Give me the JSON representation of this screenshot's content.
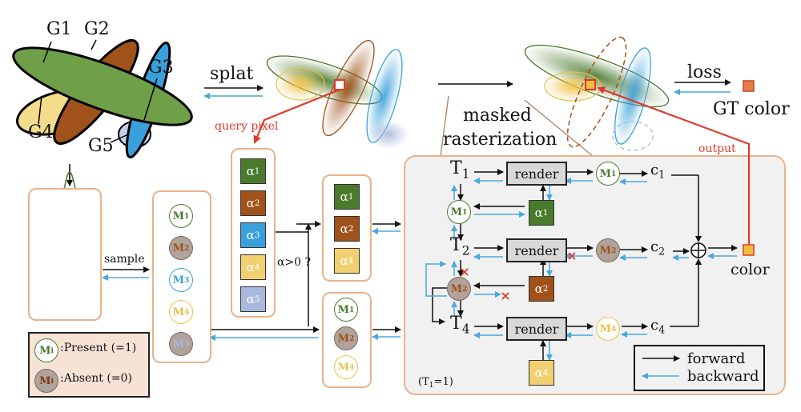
{
  "labels": {
    "g1": "G1",
    "g2": "G2",
    "g3": "G3",
    "g4": "G4",
    "g5": "G5",
    "splat": "splat",
    "query_pixel": "query pixel",
    "loss": "loss",
    "gt_color": "GT color",
    "masked": "masked",
    "rasterization": "rasterization",
    "output": "output",
    "sample": "sample",
    "alpha_threshold": "α>0 ?",
    "color": "color",
    "t1_note": "(T",
    "t1_note_sub": "1",
    "t1_note_end": "=1)",
    "present": ":Present (=1)",
    "absent": ":Absent (=0)",
    "forward": "forward",
    "backward": "backward"
  },
  "alpha_list": [
    {
      "sym": "α",
      "idx": "1",
      "color": "#4a7a2c"
    },
    {
      "sym": "α",
      "idx": "2",
      "color": "#a0521a"
    },
    {
      "sym": "α",
      "idx": "3",
      "color": "#3aa0dc"
    },
    {
      "sym": "α",
      "idx": "4",
      "color": "#f0d070"
    },
    {
      "sym": "α",
      "idx": "5",
      "color": "#a9b8dd"
    }
  ],
  "mask_list": [
    {
      "sym": "M",
      "idx": "1",
      "state": "present",
      "color": "#4a7a2c"
    },
    {
      "sym": "M",
      "idx": "2",
      "state": "absent",
      "color": "#a0521a"
    },
    {
      "sym": "M",
      "idx": "3",
      "state": "present",
      "color": "#3aa0dc"
    },
    {
      "sym": "M",
      "idx": "4",
      "state": "present",
      "color": "#e8c24a"
    },
    {
      "sym": "M",
      "idx": "5",
      "state": "absent",
      "color": "#a9b8dd"
    }
  ],
  "filtered_alpha": [
    {
      "sym": "α",
      "idx": "1",
      "color": "#4a7a2c"
    },
    {
      "sym": "α",
      "idx": "2",
      "color": "#a0521a"
    },
    {
      "sym": "α",
      "idx": "4",
      "color": "#f0d070"
    }
  ],
  "filtered_mask": [
    {
      "sym": "M",
      "idx": "1",
      "state": "present",
      "color": "#4a7a2c"
    },
    {
      "sym": "M",
      "idx": "2",
      "state": "absent",
      "color": "#a0521a"
    },
    {
      "sym": "M",
      "idx": "4",
      "state": "present",
      "color": "#e8c24a"
    }
  ],
  "raster_rows": [
    {
      "t": "T",
      "t_idx": "1",
      "render": "render",
      "m": "M",
      "m_idx": "1",
      "m_state": "present",
      "m_color": "#4a7a2c",
      "c": "c",
      "c_idx": "1"
    },
    {
      "t": "T",
      "t_idx": "2",
      "render": "render",
      "m": "M",
      "m_idx": "2",
      "m_state": "absent",
      "m_color": "#a0521a",
      "c": "c",
      "c_idx": "2"
    },
    {
      "t": "T",
      "t_idx": "4",
      "render": "render",
      "m": "M",
      "m_idx": "4",
      "m_state": "present",
      "m_color": "#e8c24a",
      "c": "c",
      "c_idx": "4"
    }
  ],
  "legend_mask": {
    "sym": "M",
    "idx": "i"
  },
  "colors": {
    "forward": "#111111",
    "backward": "#4aa8e0",
    "highlight": "#e0392b",
    "box_border": "#e9b28a",
    "panel_bg": "#f1f1f1",
    "present_fill": "#ffffff",
    "absent_fill": "#b0a39b"
  }
}
